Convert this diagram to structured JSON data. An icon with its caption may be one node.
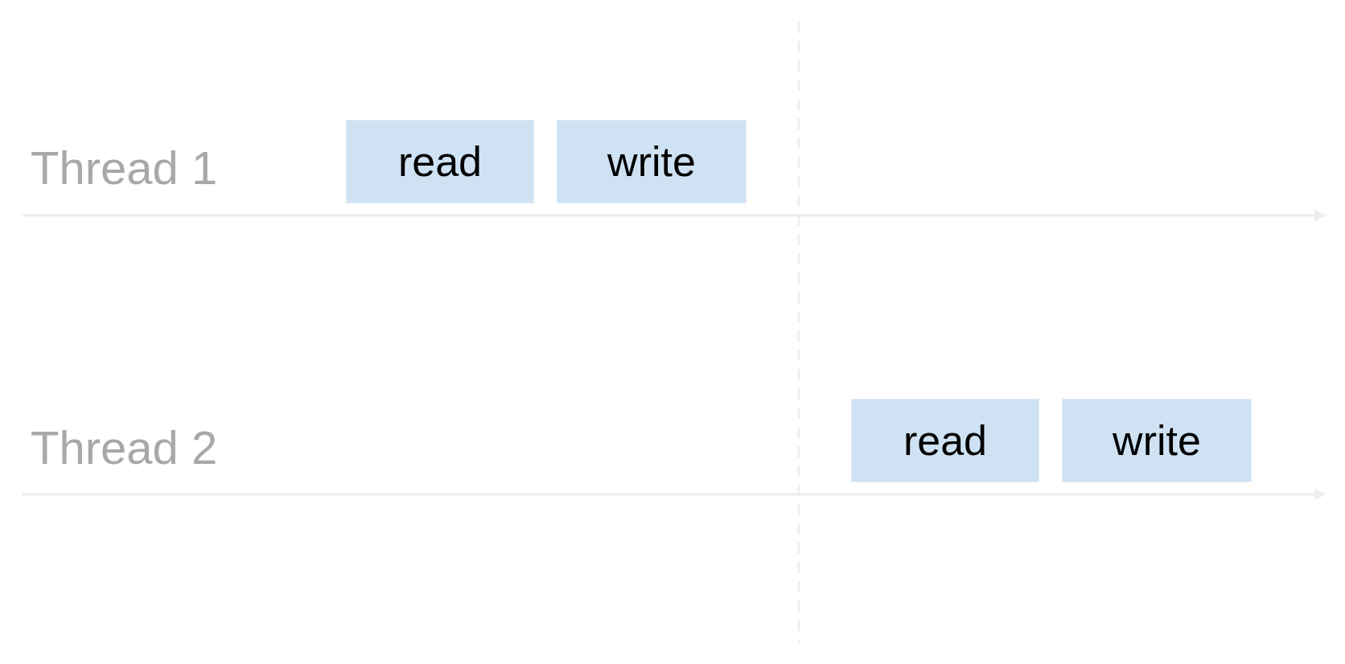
{
  "diagram": {
    "nodes": [
      {
        "text": [
          "read"
        ]
      },
      {
        "text": [
          "write"
        ]
      },
      {
        "text": [
          "read"
        ]
      },
      {
        "text": [
          "write"
        ]
      }
    ],
    "labels": [
      "Thread 1",
      "Thread 2"
    ]
  }
}
